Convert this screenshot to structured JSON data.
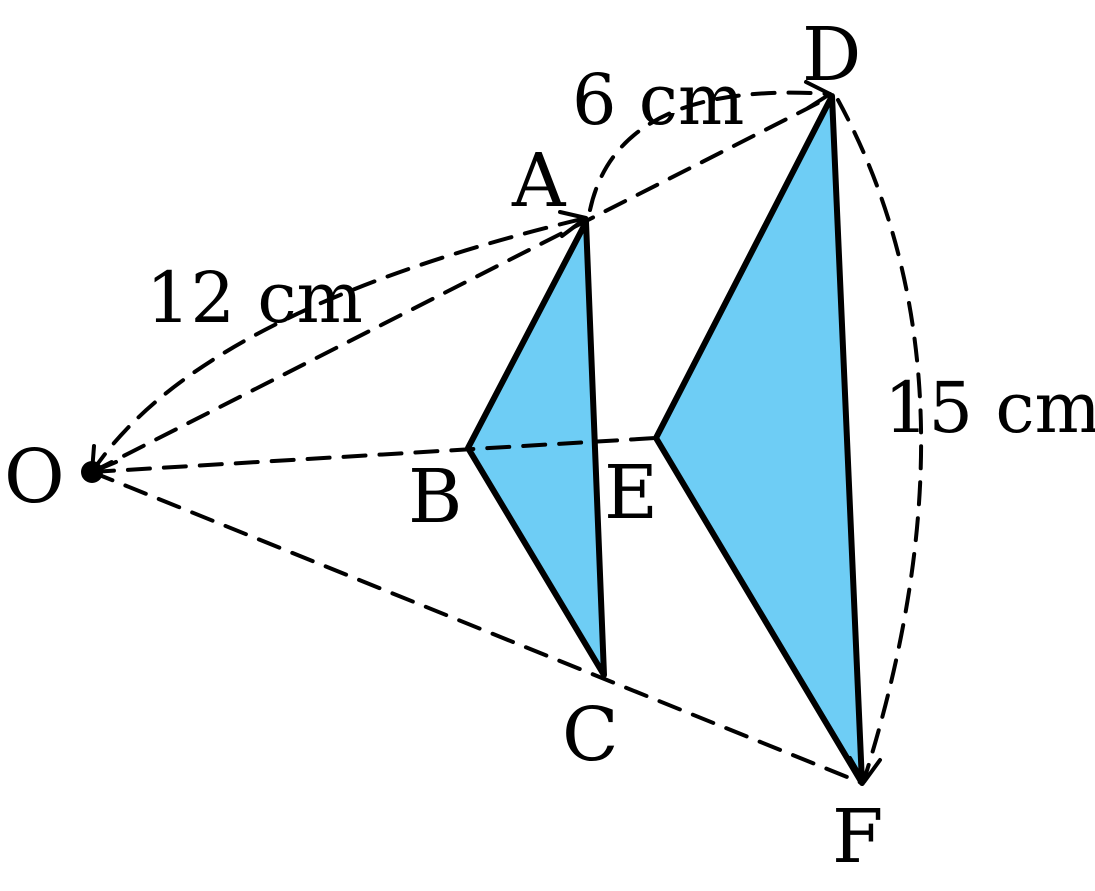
{
  "points": {
    "O": "O",
    "A": "A",
    "B": "B",
    "C": "C",
    "D": "D",
    "E": "E",
    "F": "F"
  },
  "measurements": {
    "OA": "12 cm",
    "AD": "6 cm",
    "DF": "15 cm"
  },
  "colors": {
    "triangle_fill": "#6ECDF5",
    "stroke": "#000000"
  }
}
